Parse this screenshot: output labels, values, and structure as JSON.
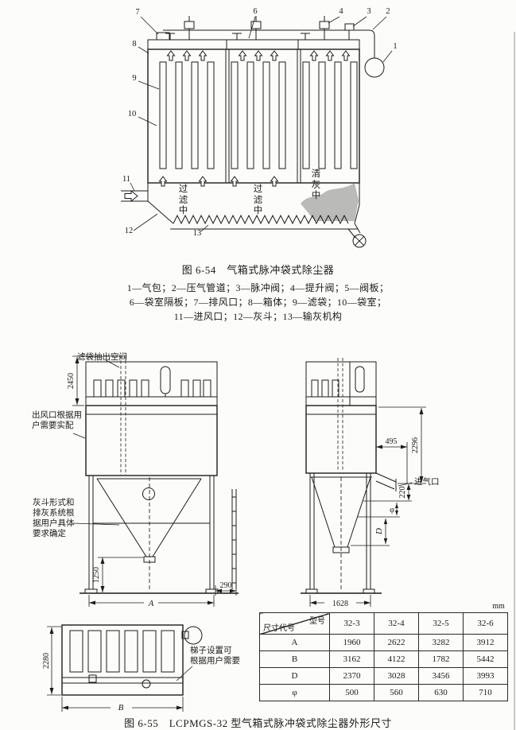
{
  "fig654": {
    "caption": "图 6-54　气箱式脉冲袋式除尘器",
    "legend": [
      "1—气包；2—压气管道；3—脉冲阀；4—提升阀；5—阀板；",
      "6—袋室隔板；7—排风口；8—箱体；9—滤袋；10—袋室；",
      "11—进风口；12—灰斗；13—输灰机构"
    ],
    "callouts": {
      "n1": "1",
      "n2": "2",
      "n3": "3",
      "n4": "4",
      "n6": "6",
      "n7": "7",
      "n8": "8",
      "n9": "9",
      "n10": "10",
      "n11": "11",
      "n12": "12",
      "n13": "13"
    },
    "chambers": {
      "left": "过滤中",
      "middle": "过滤中",
      "right": "清灰中"
    }
  },
  "fig655": {
    "caption": "图 6-55　LCPMGS-32 型气箱式脉冲袋式除尘器外形尺寸",
    "labels": {
      "extract_space": "滤袋抽出空间",
      "outlet_note": [
        "出风口根据用",
        "户需要实配"
      ],
      "hopper_note": [
        "灰斗形式和",
        "排灰系统根",
        "据用户具体",
        "要求确定"
      ],
      "inlet": "进气口",
      "ladder_note": [
        "梯子设置可",
        "根据用户需要"
      ]
    },
    "dims": {
      "front_top_height": "2450",
      "front_outlet_height": "1250",
      "front_width": "A",
      "front_side_offset": "290",
      "side_offset": "495",
      "side_height": "2296",
      "inlet_height": "220",
      "outlet_dia": "φ",
      "hopper_dim": "D",
      "side_width": "1628",
      "plan_depth": "2280",
      "plan_width": "B"
    },
    "unit": "mm"
  },
  "table": {
    "corner_top": "型号",
    "corner_bottom": "尺寸代号",
    "columns": [
      "32-3",
      "32-4",
      "32-5",
      "32-6"
    ],
    "rows": [
      {
        "label": "A",
        "values": [
          "1960",
          "2622",
          "3282",
          "3912"
        ]
      },
      {
        "label": "B",
        "values": [
          "3162",
          "4122",
          "1782",
          "5442"
        ]
      },
      {
        "label": "D",
        "values": [
          "2370",
          "3028",
          "3456",
          "3993"
        ]
      },
      {
        "label": "φ",
        "values": [
          "500",
          "560",
          "630",
          "710"
        ]
      }
    ]
  }
}
